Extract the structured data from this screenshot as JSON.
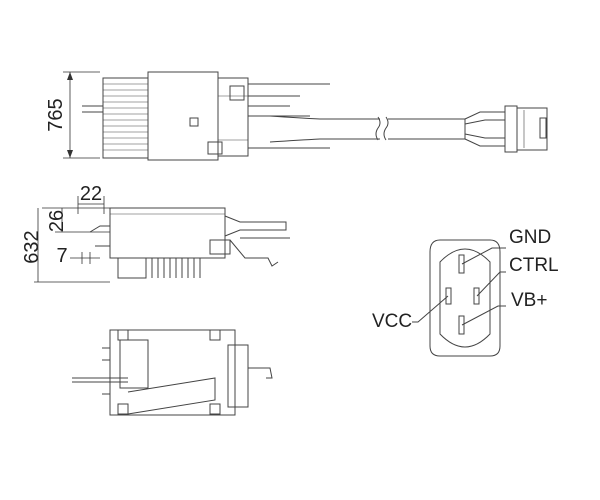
{
  "dimensions": {
    "height_top_view": "765",
    "width_clip": "22",
    "height_clip": "26",
    "height_side_view": "632",
    "pin_offset": "7"
  },
  "connector": {
    "pins": [
      {
        "label": "GND"
      },
      {
        "label": "CTRL"
      },
      {
        "label": "VB+"
      },
      {
        "label": "VCC"
      }
    ]
  }
}
